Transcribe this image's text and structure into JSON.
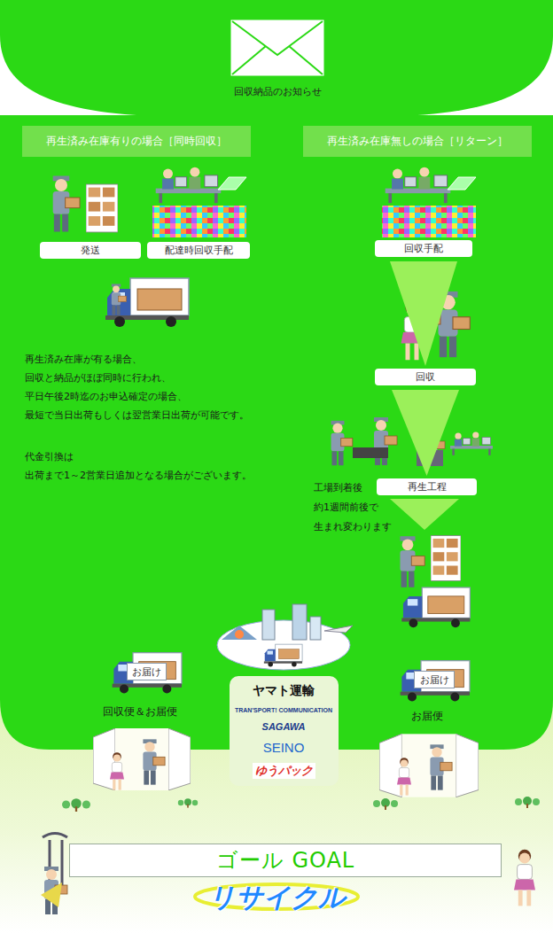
{
  "diagram": {
    "title": "回収納品のお知らせ",
    "nodes": [
      {
        "text": [
          "再生済み在庫有りの場合［同時回収］"
        ]
      },
      {
        "text": [
          "再生済み在庫無しの場合［リターン］"
        ]
      },
      {
        "text": [
          "発送"
        ]
      },
      {
        "text": [
          "配達時回収手配"
        ]
      },
      {
        "text": [
          "回収手配"
        ]
      },
      {
        "text": [
          "回収"
        ]
      },
      {
        "text": [
          "再生工程"
        ]
      },
      {
        "text": [
          "お届け"
        ]
      },
      {
        "text": [
          "ヤマト運輸",
          "TRAN'SPORT! COMMUNICATION",
          "SAGAWA",
          "SEINO",
          "ゆうパック"
        ]
      },
      {
        "text": [
          "お届け"
        ]
      },
      {
        "text": [
          "ゴール GOAL"
        ]
      }
    ],
    "edges": [
      {
        "from": 4,
        "to": 5,
        "arrow": "to"
      },
      {
        "from": 5,
        "to": 6,
        "arrow": "to"
      }
    ],
    "labels": [
      "再生済み在庫が有る場合、",
      "回収と納品がほぼ同時に行われ、",
      "平日午後2時迄のお申込確定の場合、",
      "最短で当日出荷もしくは翌営業日出荷が可能です。",
      "代金引換は",
      "出荷まで1～2営業日追加となる場合がございます。",
      "工場到着後",
      "約1週間前後で",
      "生まれ変わります",
      "回収便＆お届便",
      "お届便",
      "リサイクル"
    ]
  }
}
